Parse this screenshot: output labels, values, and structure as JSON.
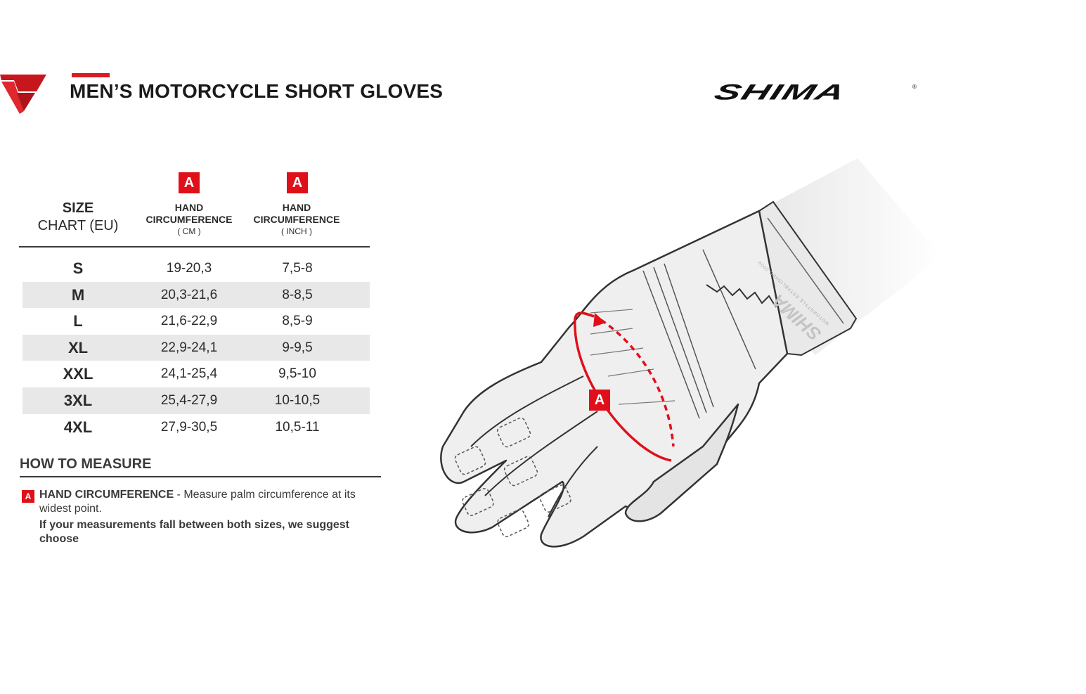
{
  "header": {
    "title": "MEN’S MOTORCYCLE SHORT GLOVES",
    "logo_text": "SHIMA",
    "logo_mark": "®"
  },
  "table": {
    "size_header_bold": "SIZE",
    "size_header_light": "CHART (EU)",
    "columns": [
      {
        "badge": "A",
        "label_line1": "HAND",
        "label_line2": "CIRCUMFERENCE",
        "unit": "( CM )"
      },
      {
        "badge": "A",
        "label_line1": "HAND",
        "label_line2": "CIRCUMFERENCE",
        "unit": "( INCH )"
      }
    ],
    "rows": [
      {
        "size": "S",
        "cm": "19-20,3",
        "inch": "7,5-8"
      },
      {
        "size": "M",
        "cm": "20,3-21,6",
        "inch": "8-8,5"
      },
      {
        "size": "L",
        "cm": "21,6-22,9",
        "inch": "8,5-9"
      },
      {
        "size": "XL",
        "cm": "22,9-24,1",
        "inch": "9-9,5"
      },
      {
        "size": "XXL",
        "cm": "24,1-25,4",
        "inch": "9,5-10"
      },
      {
        "size": "3XL",
        "cm": "25,4-27,9",
        "inch": "10-10,5"
      },
      {
        "size": "4XL",
        "cm": "27,9-30,5",
        "inch": "10,5-11"
      }
    ]
  },
  "how_to_measure": {
    "title": "HOW TO MEASURE",
    "badge": "A",
    "item_label": "HAND CIRCUMFERENCE",
    "item_text": " - Measure palm circumference at its widest point.",
    "suggestion": "If your measurements fall between both sizes, we suggest choose"
  },
  "illustration": {
    "badge": "A",
    "cuff_text_brand": "SHIMA",
    "cuff_text_tagline": "MOTORSTYLE ESTABLISHED 2009"
  },
  "colors": {
    "accent": "#e0101a",
    "stripe": "#e8e8e8",
    "text": "#2b2b2b"
  }
}
